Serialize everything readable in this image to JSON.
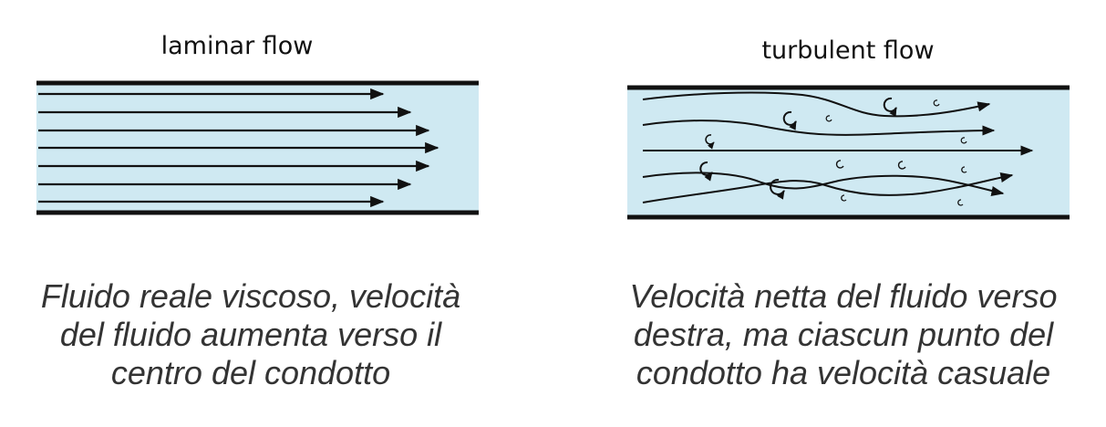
{
  "laminar": {
    "title": "laminar flow",
    "caption": [
      "Fluido reale viscoso, velocità",
      "del fluido aumenta verso il",
      "centro del condotto"
    ]
  },
  "turbulent": {
    "title": "turbulent flow",
    "caption": [
      "Velocità netta del fluido verso",
      "destra, ma ciascun punto del",
      "condotto ha velocità casuale"
    ]
  },
  "colors": {
    "fluid": "#cfe9f2",
    "wall": "#111111",
    "streamline": "#111111",
    "caption_text": "#333333"
  },
  "icons": [
    "arrow-right-icon",
    "eddy-icon"
  ]
}
